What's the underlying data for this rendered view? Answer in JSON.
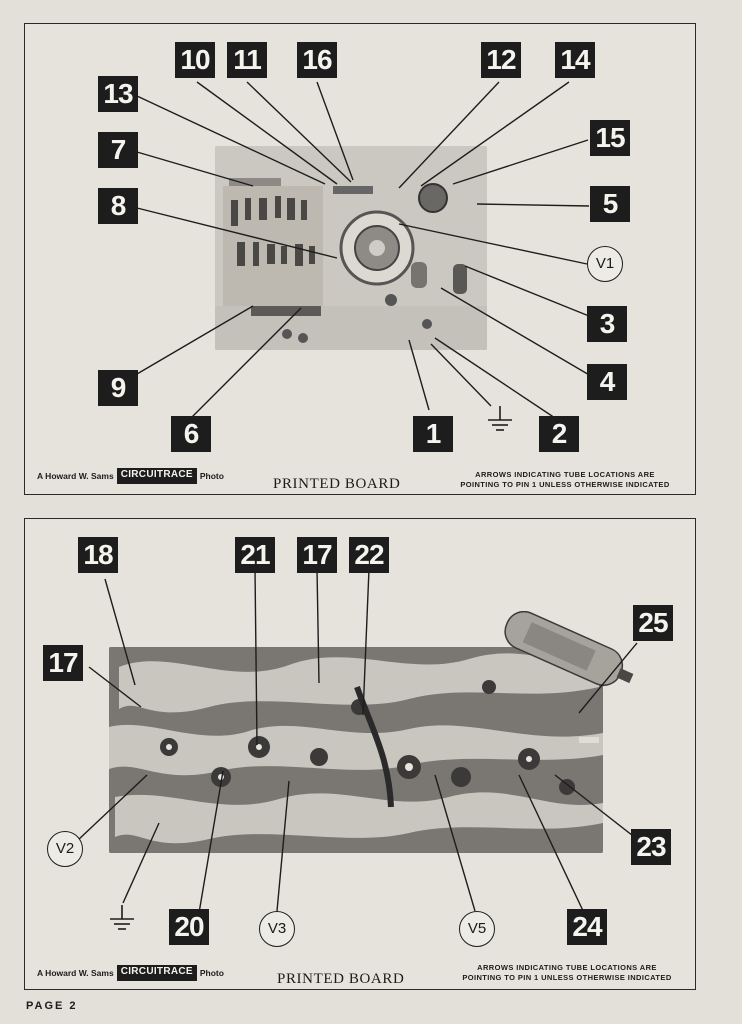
{
  "top_panel": {
    "credit_prefix": "A Howard W. Sams",
    "credit_logo": "CIRCUITRACE",
    "credit_suffix": "Photo",
    "caption": "PRINTED BOARD",
    "note_line1": "ARROWS INDICATING TUBE LOCATIONS ARE",
    "note_line2": "POINTING TO PIN 1 UNLESS OTHERWISE INDICATED",
    "callouts": [
      "10",
      "11",
      "16",
      "12",
      "14",
      "13",
      "7",
      "15",
      "8",
      "5",
      "3",
      "4",
      "9",
      "6",
      "1",
      "2"
    ],
    "tubes": [
      "V1"
    ],
    "ground_icon": "ground-symbol-icon"
  },
  "bottom_panel": {
    "credit_prefix": "A Howard W. Sams",
    "credit_logo": "CIRCUITRACE",
    "credit_suffix": "Photo",
    "caption": "PRINTED BOARD",
    "note_line1": "ARROWS INDICATING TUBE LOCATIONS ARE",
    "note_line2": "POINTING TO PIN 1 UNLESS OTHERWISE INDICATED",
    "callouts": [
      "18",
      "21",
      "17",
      "22",
      "25",
      "17",
      "23",
      "20",
      "24"
    ],
    "tubes": [
      "V2",
      "V3",
      "V5"
    ],
    "ground_icon": "ground-symbol-icon"
  },
  "page_label": "PAGE 2"
}
